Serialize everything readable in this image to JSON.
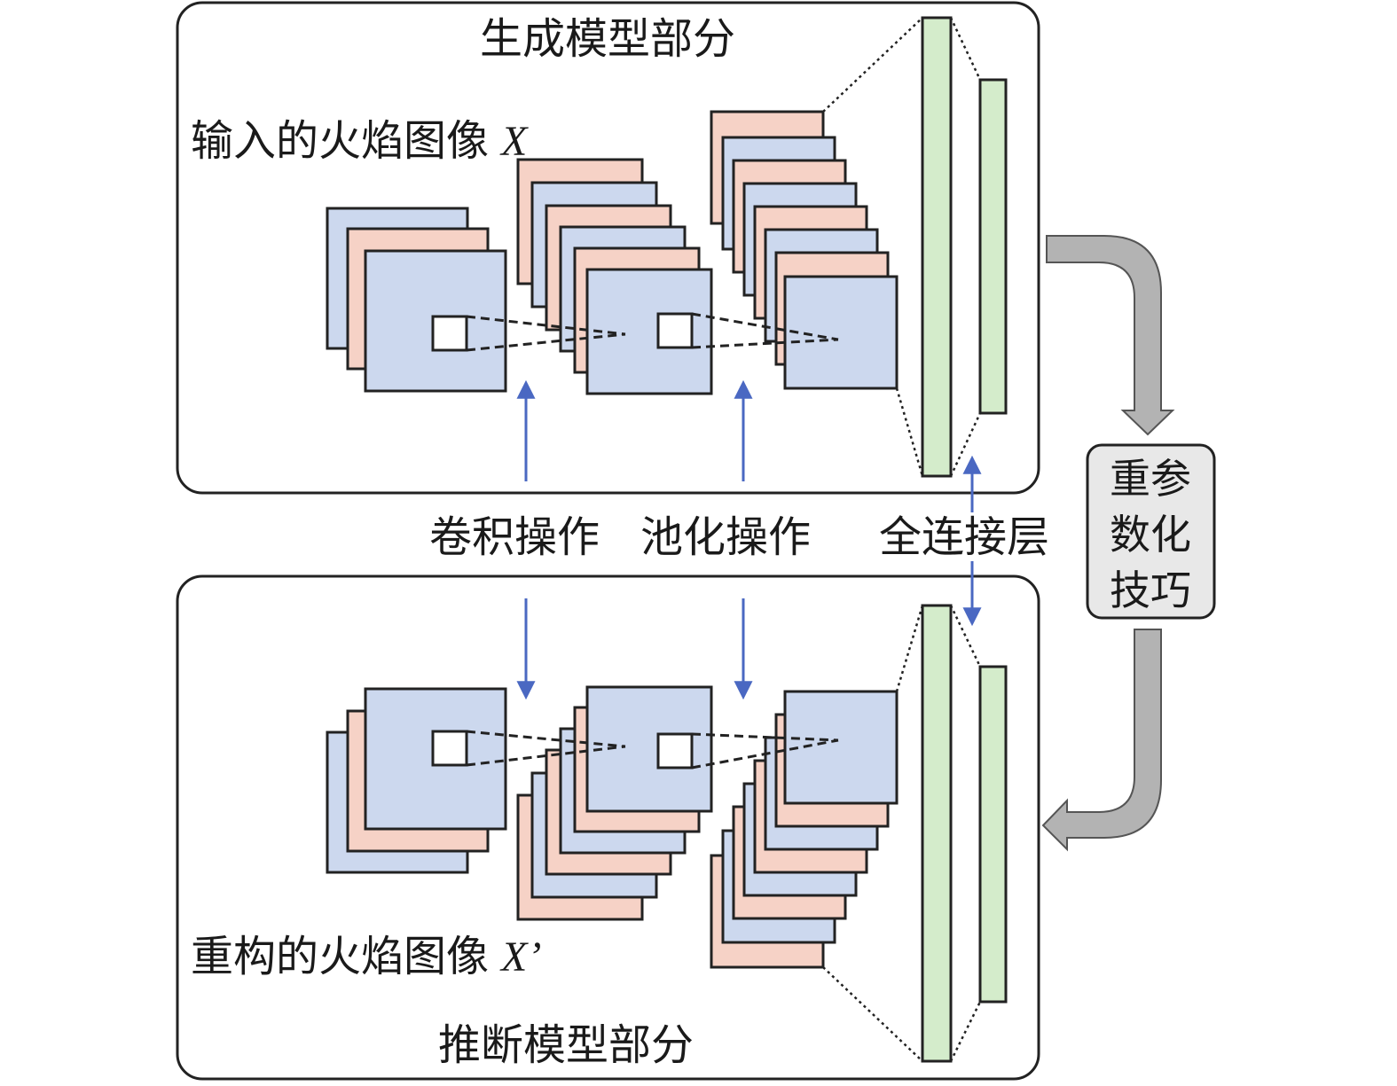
{
  "generator": {
    "title": "生成模型部分",
    "input_label": "输入的火焰图像",
    "input_var": "X"
  },
  "inference": {
    "title": "推断模型部分",
    "output_label": "重构的火焰图像",
    "output_var": "X’"
  },
  "operations": {
    "conv": "卷积操作",
    "pool": "池化操作",
    "fc": "全连接层"
  },
  "reparam": {
    "line1": "重参",
    "line2": "数化",
    "line3": "技巧"
  },
  "colors": {
    "blue_map": "#ccd8ee",
    "pink_map": "#f6d2c6",
    "green_layer": "#d4eccb",
    "arrow_blue": "#4a68c2",
    "gray_arrow": "#b3b3b3",
    "reparam_fill": "#e8e8e8"
  }
}
